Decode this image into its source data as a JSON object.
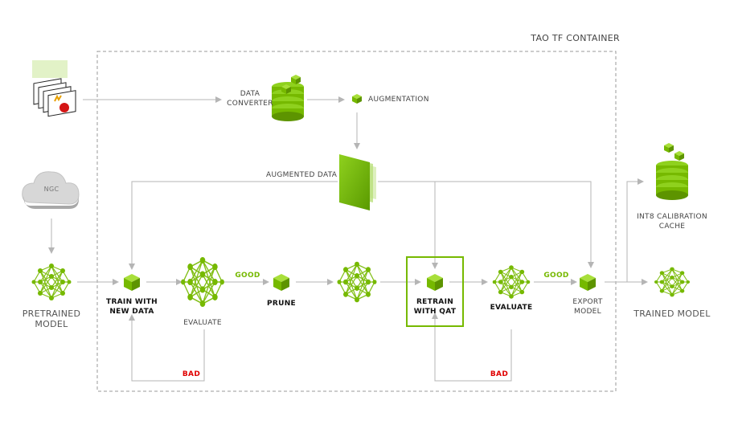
{
  "container_title": "TAO TF CONTAINER",
  "nodes": {
    "data_converter": "DATA\nCONVERTER",
    "augmentation": "AUGMENTATION",
    "augmented_data": "AUGMENTED DATA",
    "ngc": "NGC",
    "pretrained_model": "PRETRAINED\nMODEL",
    "train_with_new_data": "TRAIN WITH\nNEW DATA",
    "evaluate_1": "EVALUATE",
    "prune": "PRUNE",
    "retrain_with_qat": "RETRAIN\nWITH QAT",
    "evaluate_2": "EVALUATE",
    "export_model": "EXPORT\nMODEL",
    "int8_calibration_cache": "INT8 CALIBRATION\nCACHE",
    "trained_model": "TRAINED MODEL"
  },
  "edges": {
    "good_1": "GOOD",
    "good_2": "GOOD",
    "bad_1": "BAD",
    "bad_2": "BAD"
  },
  "colors": {
    "accent": "#76b900",
    "arrow": "#b5b5b5",
    "bad": "#e00000",
    "container_border": "#9a9a9a"
  },
  "icons": [
    "dataset-icon",
    "cloud-icon",
    "neural-network-icon",
    "cube-icon",
    "database-icon",
    "augmented-data-icon"
  ]
}
